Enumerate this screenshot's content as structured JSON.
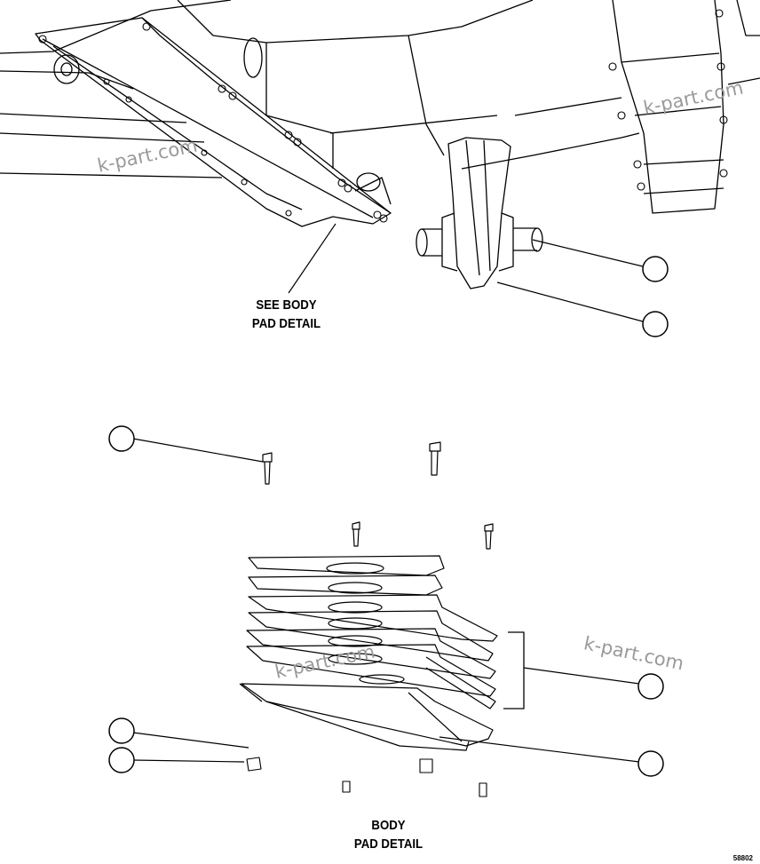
{
  "labels": {
    "see_body_line1": "SEE BODY",
    "see_body_line2": "PAD DETAIL",
    "body_line1": "BODY",
    "body_line2": "PAD DETAIL"
  },
  "watermark": "k-part.com",
  "drawing_code": "58802",
  "callout_count": 7,
  "colors": {
    "line": "#000000",
    "background": "#ffffff",
    "watermark": "#9a9a9a"
  }
}
